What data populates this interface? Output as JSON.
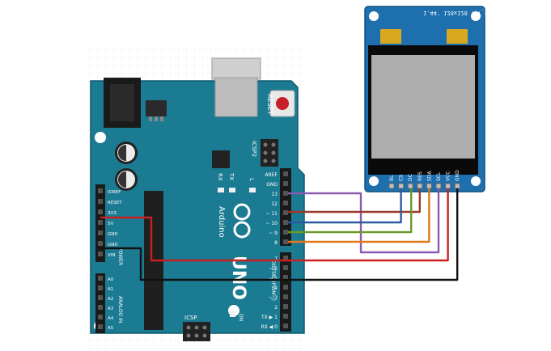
{
  "arduino": {
    "brand": "Arduino",
    "model": "UNO",
    "reset_label": "RESET",
    "icsp2_label": "ICSP2",
    "icsp_label": "ICSP",
    "tx_label": "TX",
    "rx_label": "RX",
    "l_label": "L",
    "on_label": "ON",
    "power_header_label": "POWER",
    "analog_header_label": "ANALOG IN",
    "digital_header_label": "DIGITAL (PWM~)",
    "left_pins": [
      "IOREF",
      "RESET",
      "3V3",
      "5V",
      "GND",
      "GND",
      "VIN"
    ],
    "analog_pins": [
      "A0",
      "A1",
      "A2",
      "A3",
      "A4",
      "A5"
    ],
    "right_top_pins": [
      "AREF",
      "GND",
      "13",
      "12",
      "~ 11",
      "~ 10",
      "~ 9",
      "8"
    ],
    "right_bottom_pins": [
      "7",
      "~ 6",
      "~ 5",
      "4",
      "~ 3",
      "2",
      "TX ▶ 1",
      "RX ◀ 0"
    ]
  },
  "lcd": {
    "title": "1.44' 128x128 TFT_LCD",
    "pins": [
      "BL",
      "CS",
      "DC",
      "RES",
      "SDA",
      "SCL",
      "VCC",
      "GND"
    ]
  },
  "wires": [
    {
      "name": "wire-purple",
      "color": "#8a5bb0"
    },
    {
      "name": "wire-brown",
      "color": "#9a3a2a"
    },
    {
      "name": "wire-blue",
      "color": "#2c5aa0"
    },
    {
      "name": "wire-green",
      "color": "#6a9a2a"
    },
    {
      "name": "wire-orange",
      "color": "#e07a1a"
    },
    {
      "name": "wire-red",
      "color": "#cc1f1f"
    },
    {
      "name": "wire-black",
      "color": "#111111"
    }
  ]
}
